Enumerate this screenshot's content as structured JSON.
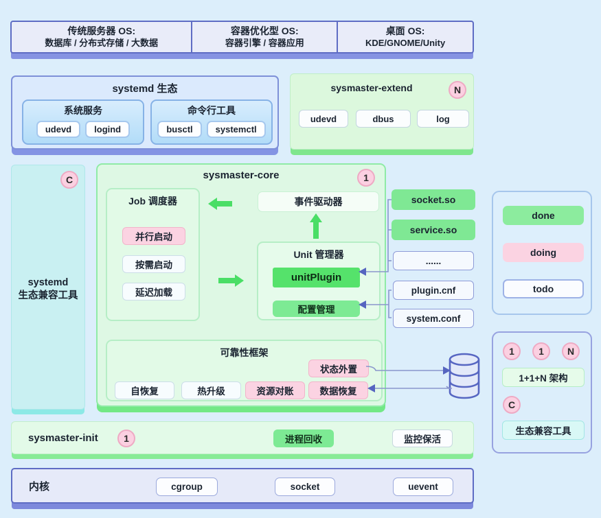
{
  "colors": {
    "page_bg": "#dceefb",
    "blue_border": "#5e6cc4",
    "blue_strip": "#8693e2",
    "green_box": "#def8e4",
    "green_border": "#8feba6",
    "bright_green": "#55e26b",
    "mid_green": "#7dea94",
    "pink": "#fbd3e2",
    "cyan": "#c9f0f2",
    "connector_blue": "#5665c0",
    "arrow_green": "#4ade66"
  },
  "os_bar": {
    "cells": [
      {
        "line1": "传统服务器 OS:",
        "line2": "数据库 / 分布式存储 / 大数据"
      },
      {
        "line1": "容器优化型 OS:",
        "line2": "容器引擎 / 容器应用"
      },
      {
        "line1": "桌面 OS:",
        "line2": "KDE/GNOME/Unity"
      }
    ]
  },
  "systemd_eco": {
    "title": "systemd 生态",
    "groups": [
      {
        "title": "系统服务",
        "items": [
          "udevd",
          "logind"
        ]
      },
      {
        "title": "命令行工具",
        "items": [
          "busctl",
          "systemctl"
        ]
      }
    ]
  },
  "sysmaster_extend": {
    "title": "sysmaster-extend",
    "badge": "N",
    "items": [
      "udevd",
      "dbus",
      "log"
    ]
  },
  "sidebar": {
    "badge": "C",
    "line1": "systemd",
    "line2": "生态兼容工具"
  },
  "core": {
    "title": "sysmaster-core",
    "badge": "1",
    "job_scheduler": {
      "title": "Job 调度器",
      "items": [
        "并行启动",
        "按需启动",
        "延迟加载"
      ]
    },
    "event_driver": "事件驱动器",
    "unit_manager": {
      "title": "Unit 管理器",
      "plugin": "unitPlugin",
      "config": "配置管理"
    },
    "reliability": {
      "title": "可靠性框架",
      "state_item": "状态外置",
      "items": [
        "自恢复",
        "热升级",
        "资源对账",
        "数据恢复"
      ]
    }
  },
  "files": {
    "so1": "socket.so",
    "so2": "service.so",
    "more": "......",
    "cnf1": "plugin.cnf",
    "cnf2": "system.conf"
  },
  "status_legend": {
    "done": "done",
    "doing": "doing",
    "todo": "todo"
  },
  "arch_legend": {
    "badge1": "1",
    "badge2": "1",
    "badge3": "N",
    "arch_label": "1+1+N 架构",
    "compat_badge": "C",
    "compat_label": "生态兼容工具"
  },
  "init_row": {
    "title": "sysmaster-init",
    "badge": "1",
    "recycle": "进程回收",
    "monitor": "监控保活"
  },
  "kernel_row": {
    "title": "内核",
    "items": [
      "cgroup",
      "socket",
      "uevent"
    ]
  }
}
